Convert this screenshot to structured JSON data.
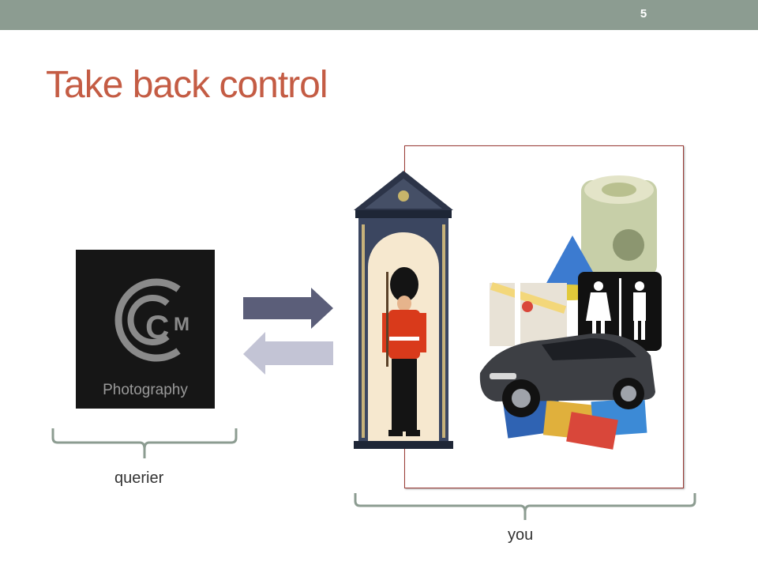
{
  "slide": {
    "number": "5",
    "title": "Take back control"
  },
  "logo": {
    "mark": "CM",
    "text": "Photography"
  },
  "labels": {
    "querier": "querier",
    "you": "you"
  },
  "icons": [
    "right-arrow-icon",
    "left-arrow-icon",
    "restroom-icon",
    "map-pin-icon"
  ],
  "colors": {
    "topbar": "#8c9c91",
    "title": "#c45c44",
    "arrow_dark": "#5b5e79",
    "arrow_light": "#c3c4d5",
    "brace": "#8c9c91",
    "frame_border": "#9a3a35"
  }
}
